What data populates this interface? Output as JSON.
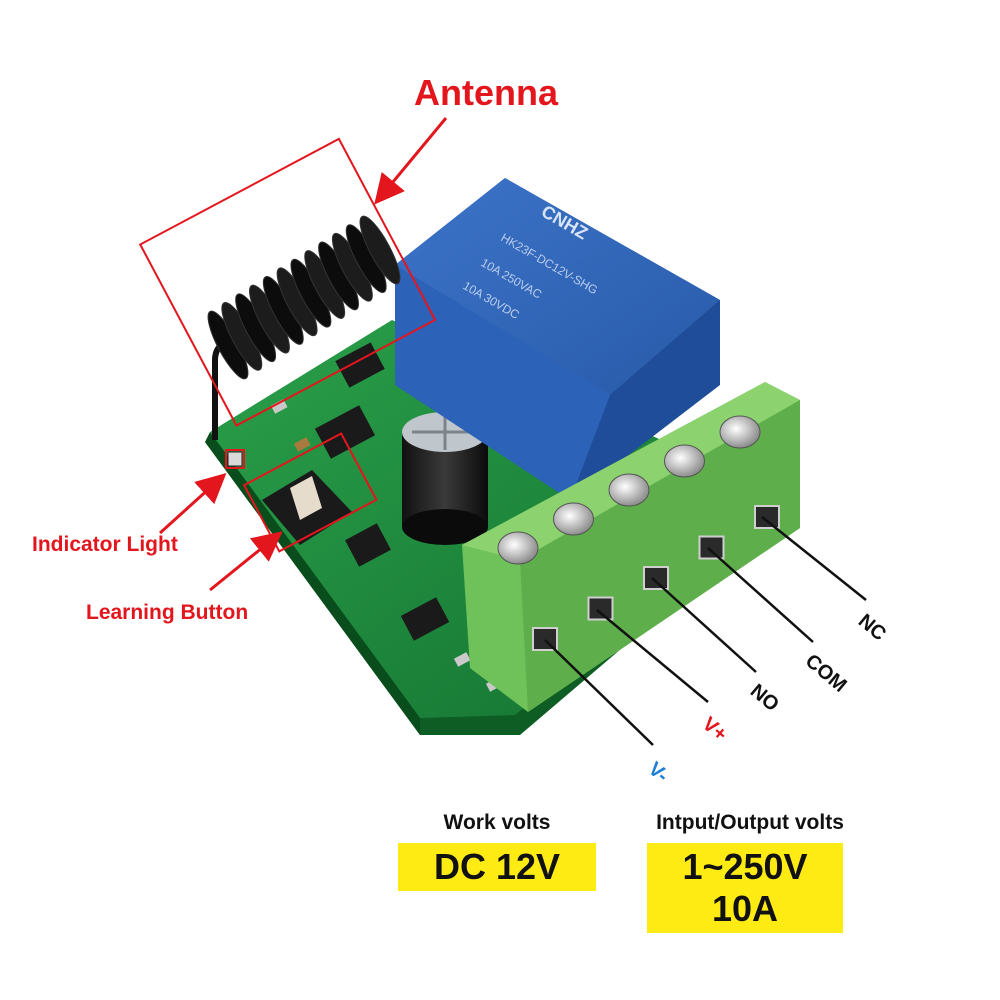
{
  "callouts": {
    "antenna": "Antenna",
    "indicator_light": "Indicator Light",
    "learning_button": "Learning Button"
  },
  "terminals": {
    "nc": "NC",
    "com": "COM",
    "no": "NO",
    "v_plus": "V+",
    "v_minus": "V-"
  },
  "relay_marking": {
    "brand": "CNHZ",
    "model": "HK23F-DC12V-SHG",
    "ratings": [
      "10A 250VAC",
      "10A 30VDC"
    ]
  },
  "specs": {
    "work_volts_label": "Work volts",
    "work_volts_value": "DC 12V",
    "io_volts_label": "Intput/Output volts",
    "io_volts_line1": "1~250V",
    "io_volts_line2": "10A"
  },
  "colors": {
    "callout": "#e3161d",
    "v_plus": "#e3161d",
    "v_minus": "#1f7fd6",
    "spec_highlight": "#ffeb14",
    "pcb": "#1f8a3a",
    "relay": "#2f63b8",
    "terminal_block": "#6fc15a"
  }
}
